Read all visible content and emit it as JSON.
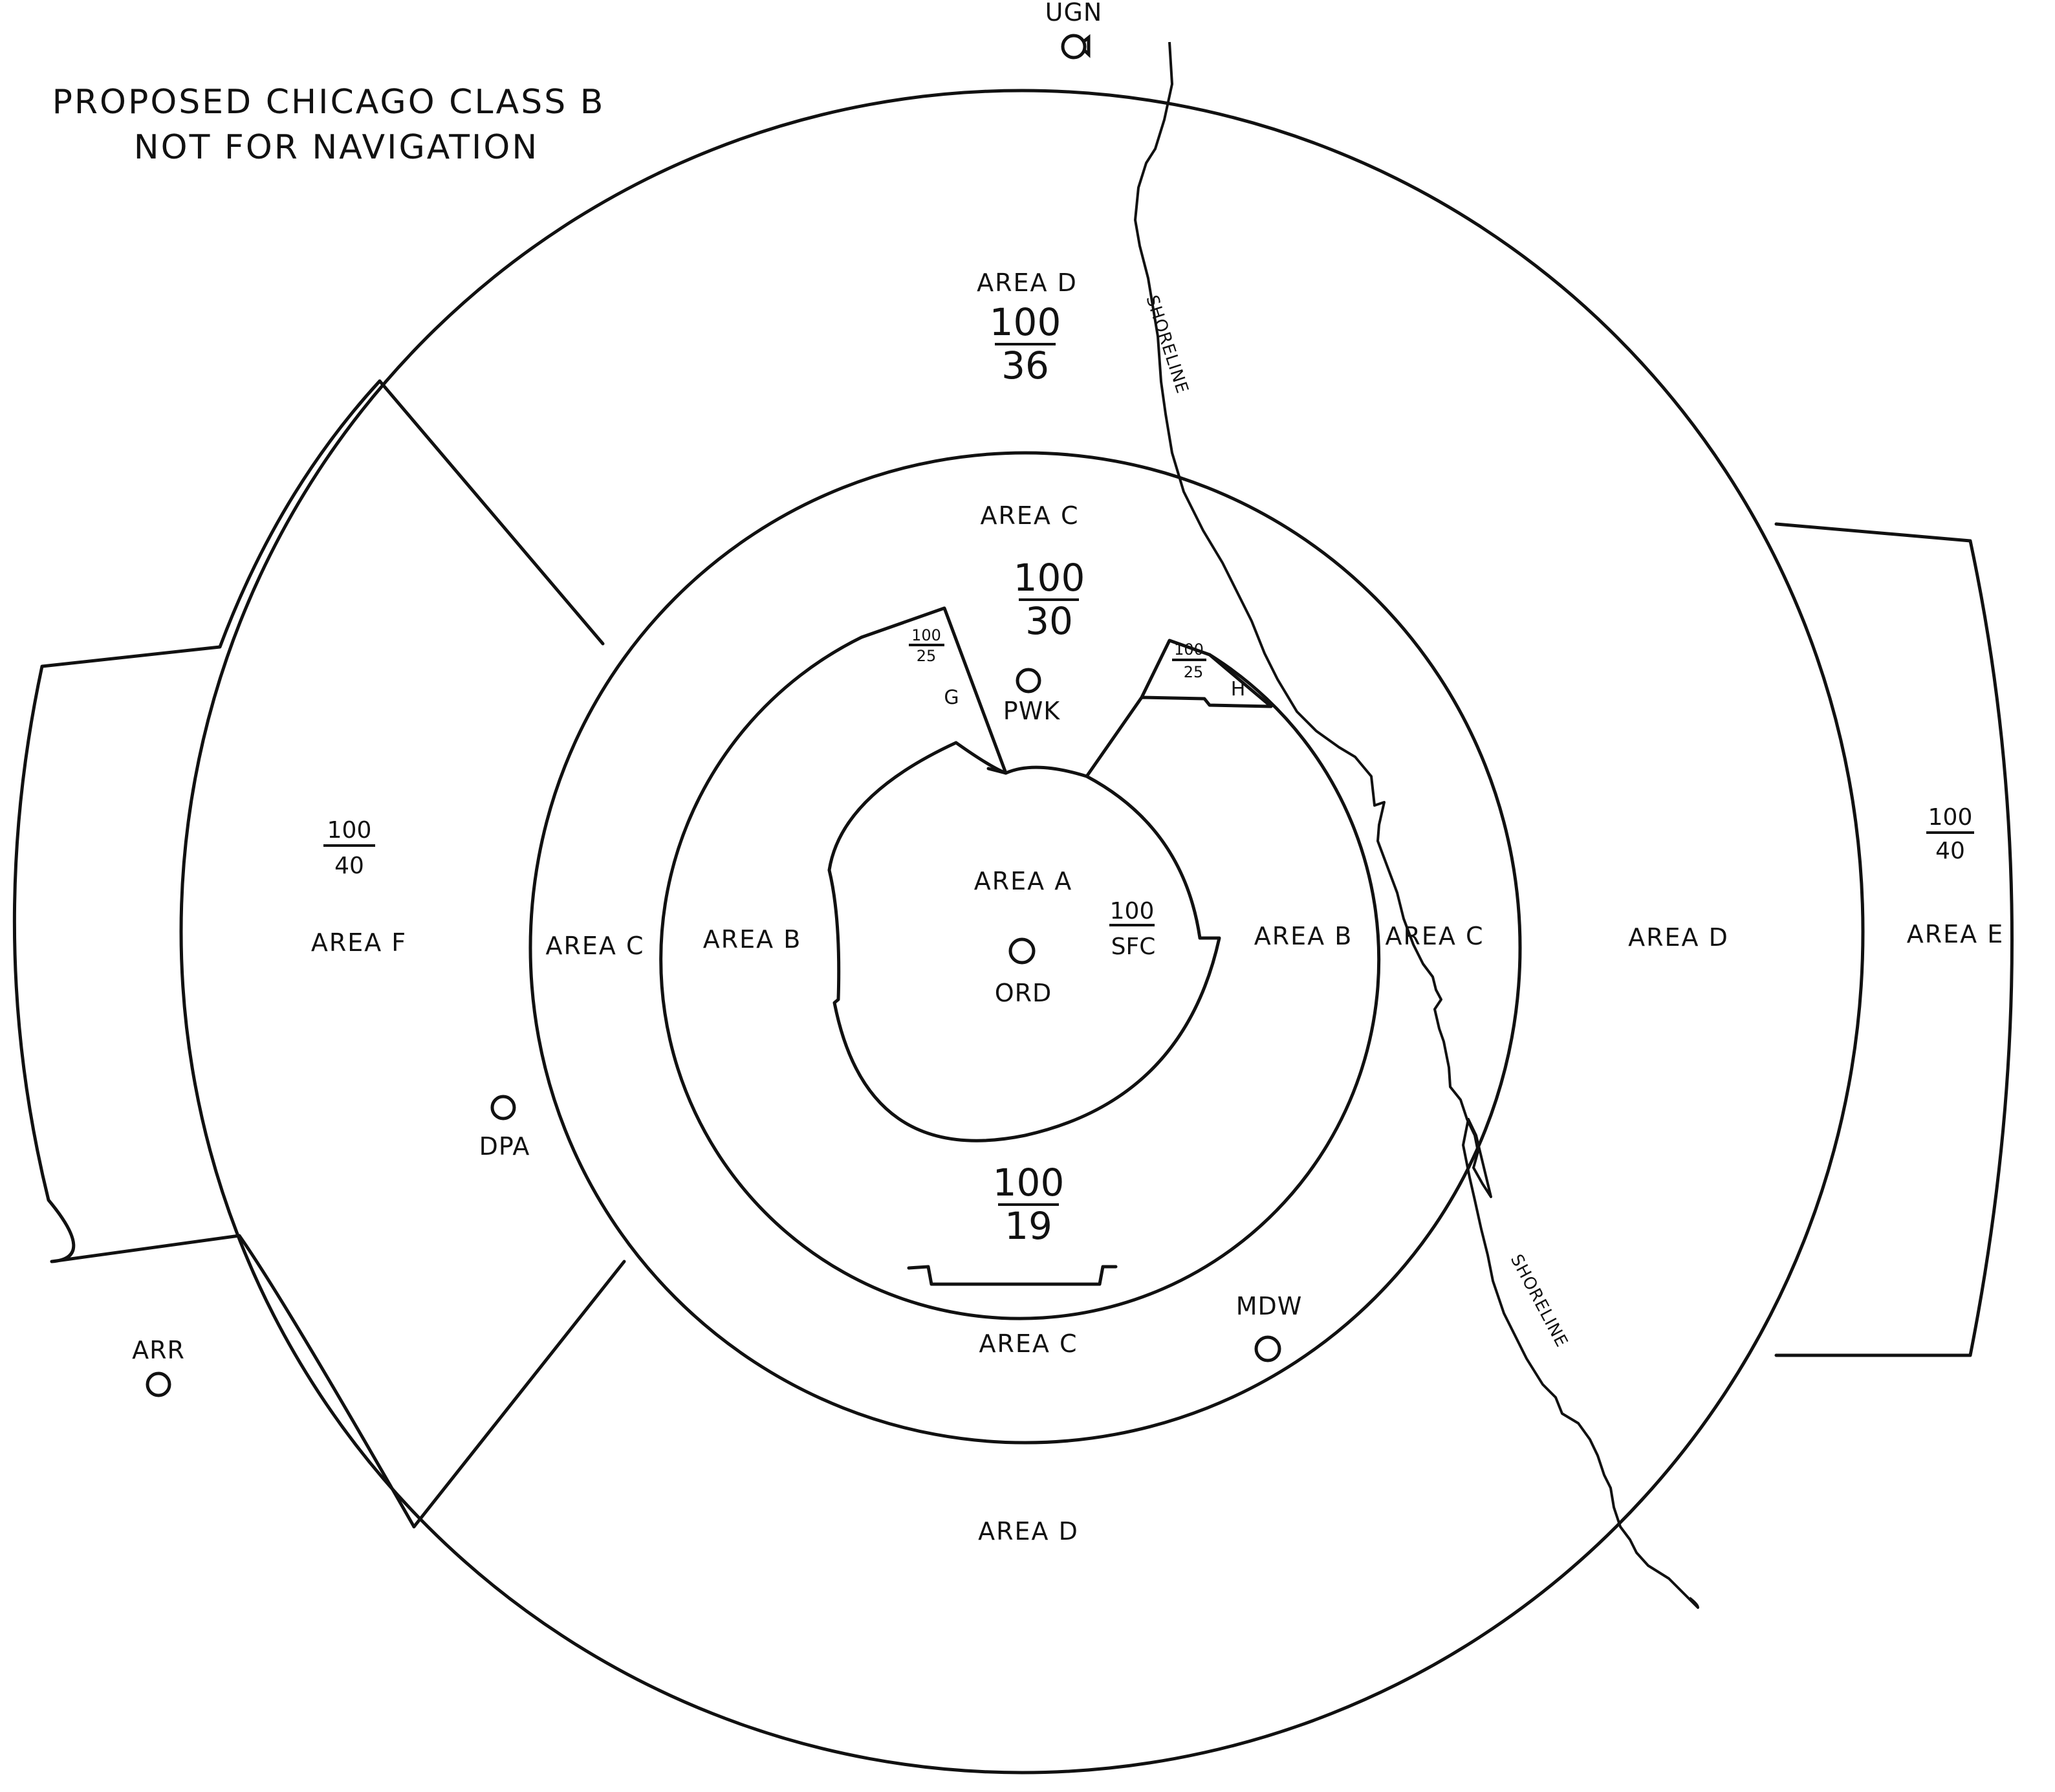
{
  "title": {
    "line1": "PROPOSED CHICAGO CLASS B",
    "line2": "NOT FOR NAVIGATION"
  },
  "areas": {
    "a": "AREA A",
    "b_west": "AREA B",
    "b_east": "AREA B",
    "c_north": "AREA C",
    "c_west": "AREA C",
    "c_east": "AREA C",
    "c_south": "AREA C",
    "d_north": "AREA D",
    "d_east": "AREA D",
    "d_south": "AREA D",
    "e": "AREA E",
    "f": "AREA F",
    "g": "G",
    "h": "H"
  },
  "altitudes": {
    "a": {
      "ceiling": "100",
      "floor": "SFC"
    },
    "b": {
      "ceiling": "100",
      "floor": "19"
    },
    "c": {
      "ceiling": "100",
      "floor": "30"
    },
    "d": {
      "ceiling": "100",
      "floor": "36"
    },
    "e": {
      "ceiling": "100",
      "floor": "40"
    },
    "f": {
      "ceiling": "100",
      "floor": "40"
    },
    "g": {
      "ceiling": "100",
      "floor": "25"
    },
    "h": {
      "ceiling": "100",
      "floor": "25"
    }
  },
  "navaids": {
    "ugn": "UGN",
    "pwk": "PWK",
    "ord": "ORD",
    "dpa": "DPA",
    "mdw": "MDW",
    "arr": "ARR"
  },
  "shoreline_label": "SHORELINE"
}
